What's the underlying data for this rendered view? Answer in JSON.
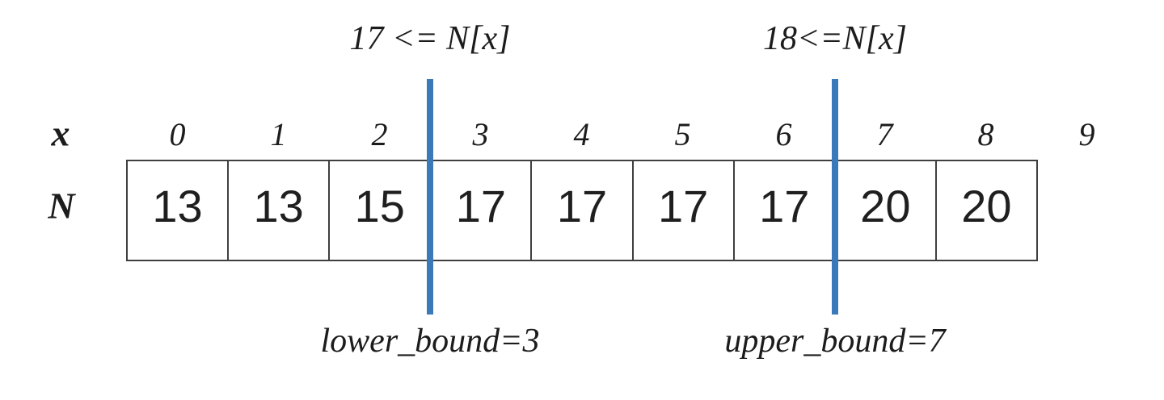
{
  "diagram": {
    "description": "lower_bound and upper_bound on a sorted array",
    "colors": {
      "background": "#ffffff",
      "bound_line": "#3b7ab8",
      "cell_border": "#3f3f3f",
      "text": "#1c1c1c"
    },
    "rows": {
      "index_label": "x",
      "array_label": "N"
    },
    "indices": [
      "0",
      "1",
      "2",
      "3",
      "4",
      "5",
      "6",
      "7",
      "8",
      "9"
    ],
    "values": [
      "13",
      "13",
      "15",
      "17",
      "17",
      "17",
      "17",
      "20",
      "20"
    ],
    "annotations": {
      "lower": {
        "condition": "17 <= N[x]",
        "result": "lower_bound=3",
        "boundary_index": 3
      },
      "upper": {
        "condition": "18<=N[x]",
        "result": "upper_bound=7",
        "boundary_index": 7
      }
    }
  }
}
